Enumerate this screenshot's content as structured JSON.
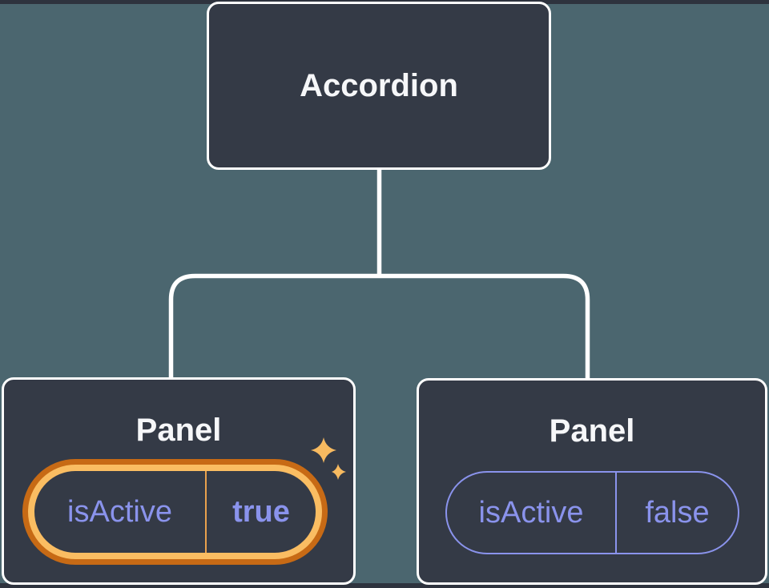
{
  "diagram": {
    "description": "component-tree",
    "root": {
      "label": "Accordion"
    },
    "children": [
      {
        "title": "Panel",
        "state": {
          "name": "isActive",
          "value": "true"
        },
        "highlighted": true,
        "badge_icon": "sparkles-icon"
      },
      {
        "title": "Panel",
        "state": {
          "name": "isActive",
          "value": "false"
        },
        "highlighted": false
      }
    ]
  },
  "colors": {
    "background": "#4B666F",
    "edge_strip": "#2E333E",
    "node_fill": "#343A46",
    "node_border": "#FFFFFF",
    "connector": "#FFFFFF",
    "title_text": "#F6F7F9",
    "state_text": "#8A93EC",
    "inactive_pill_border": "#8A93EC",
    "active_ring_outer": "#C76A15",
    "active_ring_inner": "#FABD62",
    "active_divider": "#E9A14D",
    "sparkle": "#F7BA60"
  }
}
